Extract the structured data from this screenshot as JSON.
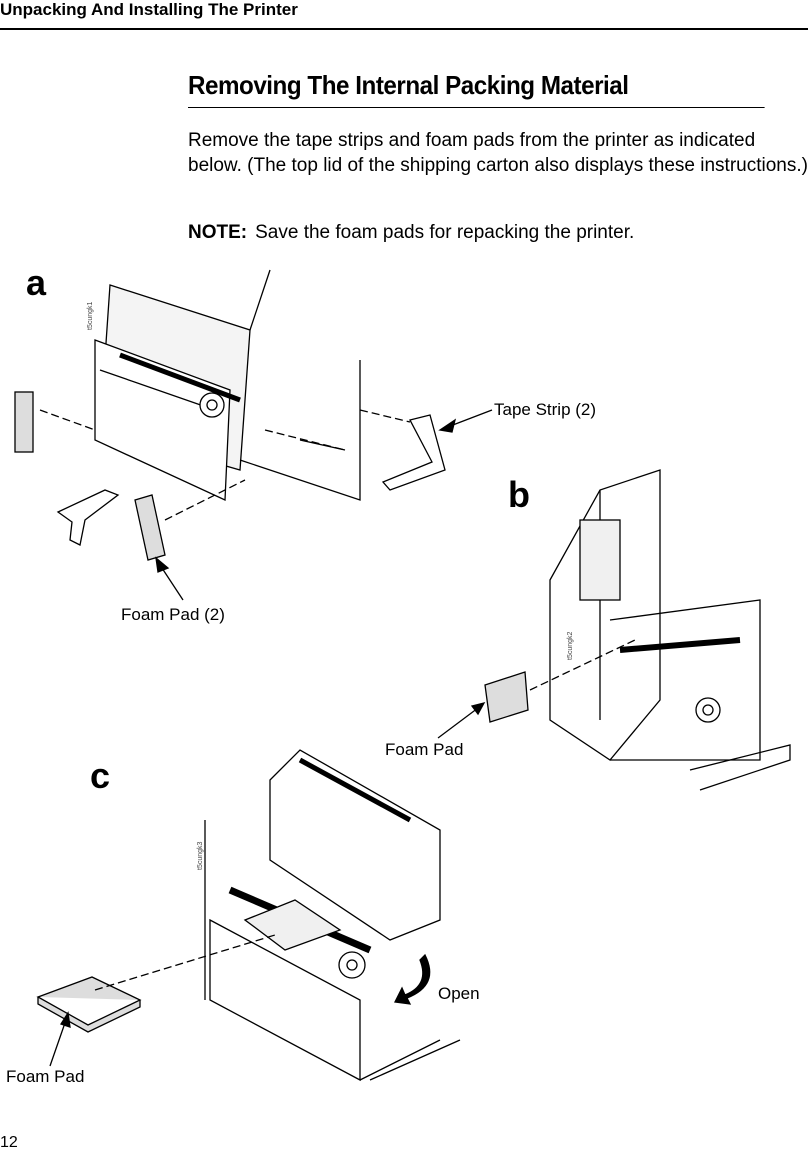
{
  "header": {
    "title": "Unpacking And Installing The Printer"
  },
  "section": {
    "title": "Removing The Internal Packing Material",
    "paragraph": "Remove the tape strips and foam pads from the printer as indicated below. (The top lid of the shipping carton also displays these instructions.)",
    "note_label": "NOTE:",
    "note_text": "Save the foam pads for repacking the printer."
  },
  "figure": {
    "panels": [
      {
        "letter": "a",
        "id": "t5cungk1",
        "callouts": [
          "Tape Strip (2)",
          "Foam Pad (2)"
        ]
      },
      {
        "letter": "b",
        "id": "t5cungk2",
        "callouts": [
          "Foam Pad"
        ]
      },
      {
        "letter": "c",
        "id": "t5cungk3",
        "callouts": [
          "Open",
          "Foam Pad"
        ]
      }
    ]
  },
  "footer": {
    "page_number": "12"
  }
}
